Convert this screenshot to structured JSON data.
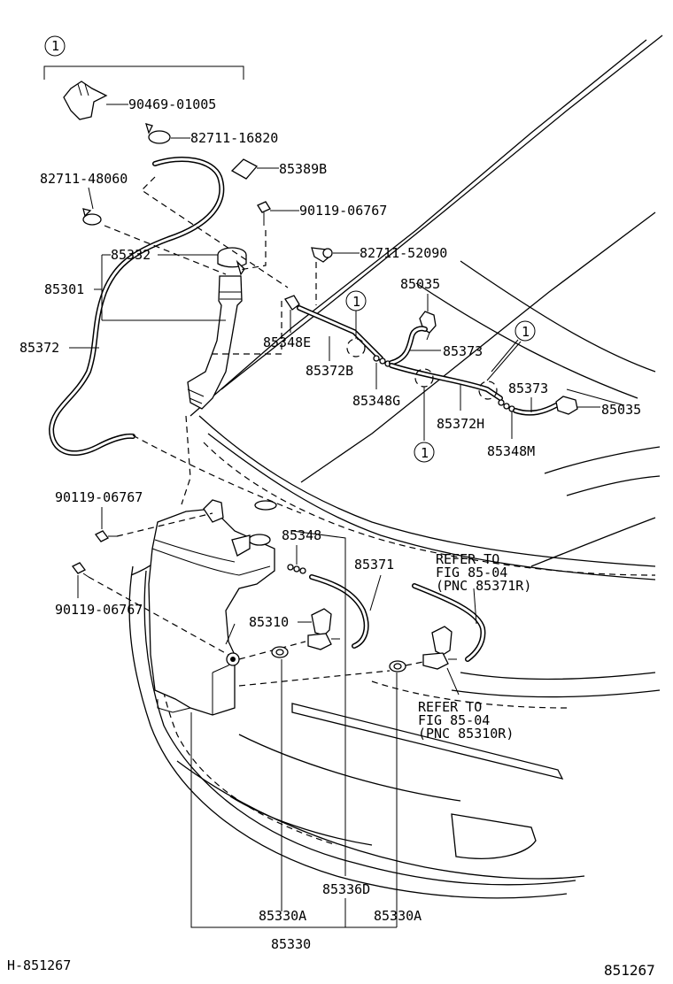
{
  "callout_marker": "1",
  "labels": {
    "p90469_01005": "90469-01005",
    "p82711_16820": "82711-16820",
    "p85389B": "85389B",
    "p82711_48060": "82711-48060",
    "p90119_06767_a": "90119-06767",
    "p85332": "85332",
    "p82711_52090": "82711-52090",
    "p85301": "85301",
    "p85035_a": "85035",
    "p85372": "85372",
    "p85348E": "85348E",
    "p85373_a": "85373",
    "p85372B": "85372B",
    "p85348G": "85348G",
    "p85373_b": "85373",
    "p85035_b": "85035",
    "p85372H": "85372H",
    "p85348M": "85348M",
    "p90119_06767_b": "90119-06767",
    "p85348": "85348",
    "p85371": "85371",
    "p90119_06767_c": "90119-06767",
    "p85310": "85310",
    "p85336D": "85336D",
    "p85330A_a": "85330A",
    "p85330A_b": "85330A",
    "p85330": "85330"
  },
  "refers": {
    "r1_line1": "REFER TO",
    "r1_line2": "FIG 85-04",
    "r1_line3": "(PNC 85371R)",
    "r2_line1": "REFER TO",
    "r2_line2": "FIG 85-04",
    "r2_line3": "(PNC 85310R)"
  },
  "footer": {
    "left_code": "H-851267",
    "right_code": "851267"
  }
}
